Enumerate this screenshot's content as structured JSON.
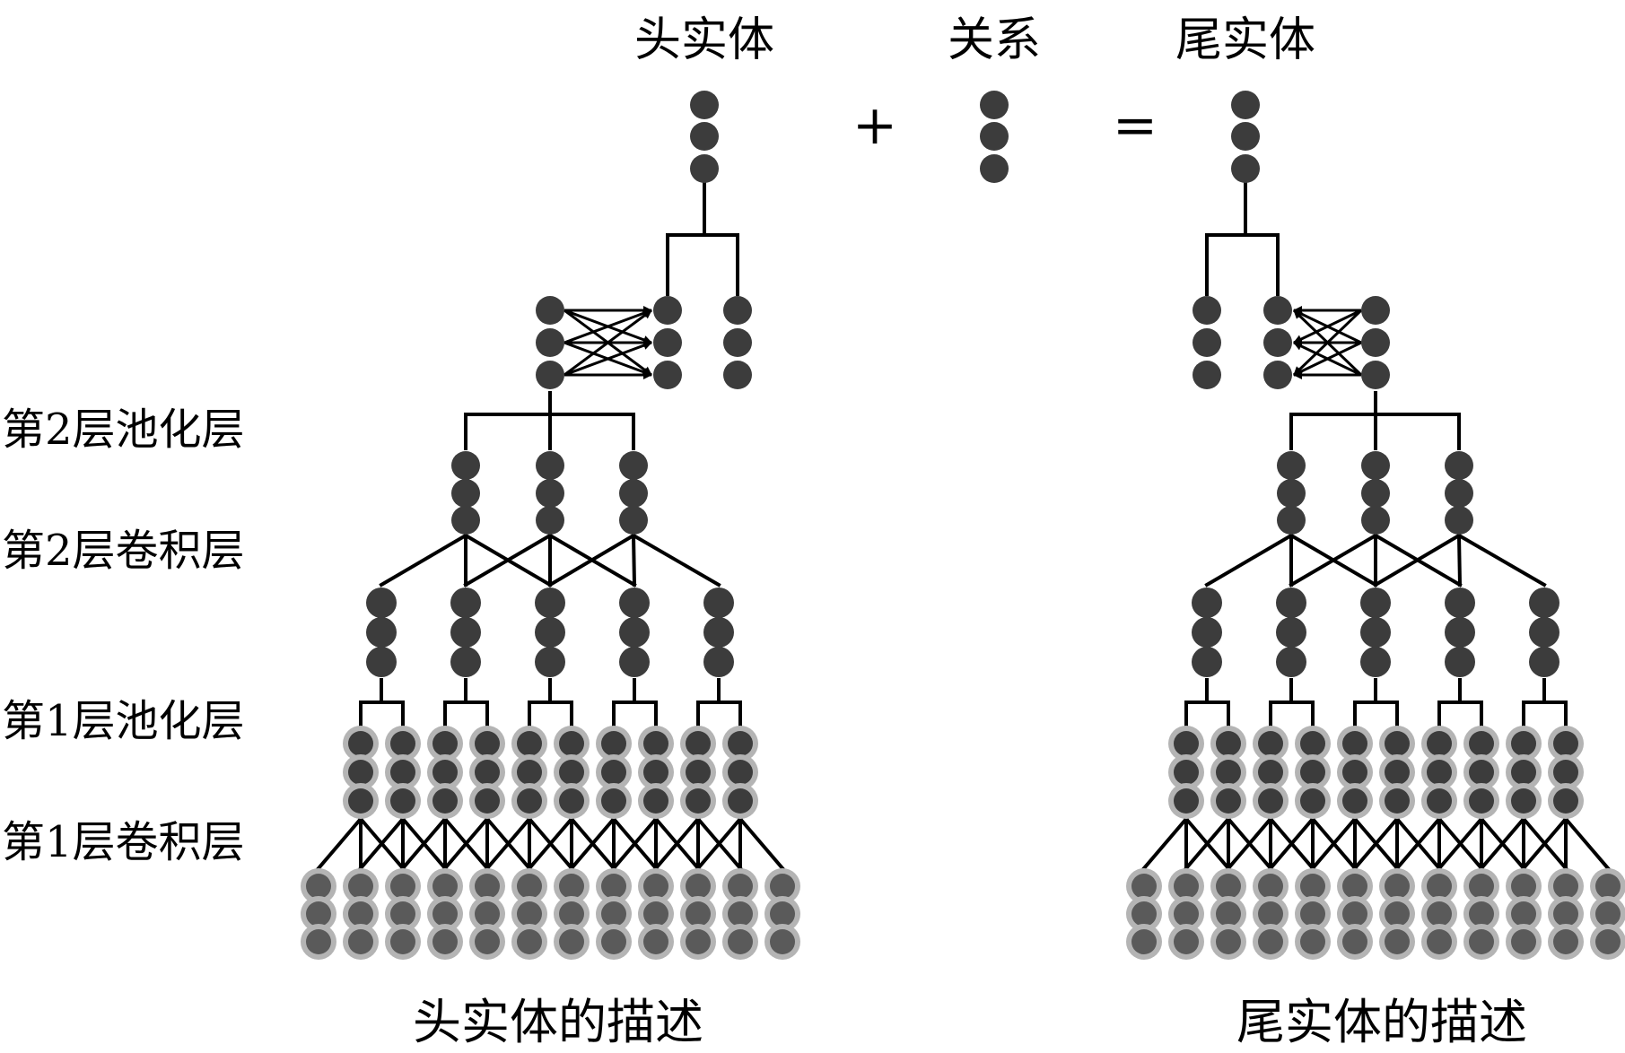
{
  "labels": {
    "head_entity": "头实体",
    "relation": "关系",
    "tail_entity": "尾实体",
    "plus": "+",
    "equals": "=",
    "layer_pool2": "第2层池化层",
    "layer_conv2": "第2层卷积层",
    "layer_pool1": "第1层池化层",
    "layer_conv1": "第1层卷积层",
    "head_description": "头实体的描述",
    "tail_description": "尾实体的描述"
  },
  "colors": {
    "node_dark": "#3c3c3c",
    "node_input": "#5a5a5a",
    "node_halo": "#b4b4b4",
    "line": "#000000"
  }
}
